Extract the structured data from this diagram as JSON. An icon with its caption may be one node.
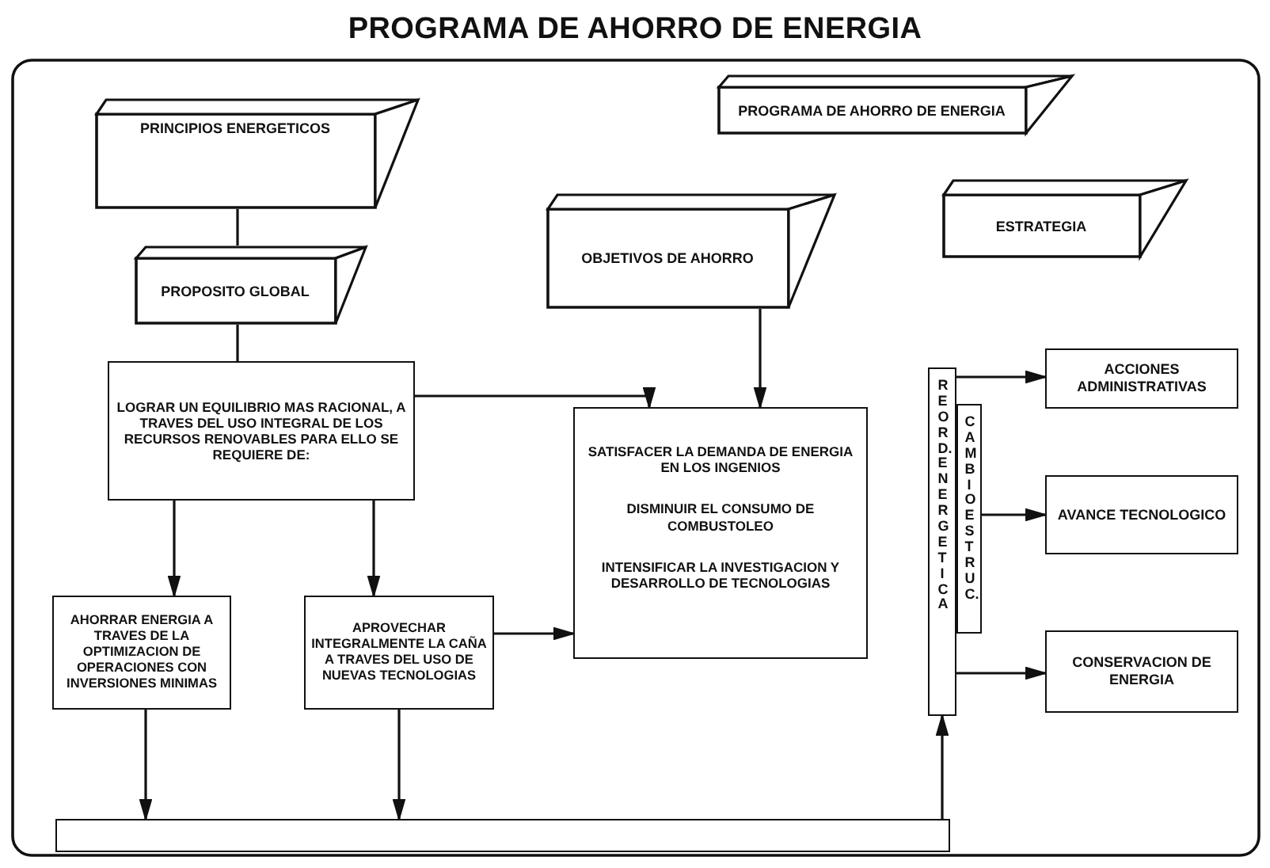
{
  "diagram": {
    "title": "PROGRAMA DE AHORRO DE ENERGIA",
    "nodes": [
      {
        "text": [
          "PRINCIPIOS ENERGETICOS"
        ]
      },
      {
        "text": [
          "PROPOSITO GLOBAL"
        ]
      },
      {
        "text": [
          "PROGRAMA DE AHORRO DE ENERGIA"
        ]
      },
      {
        "text": [
          "OBJETIVOS DE AHORRO"
        ]
      },
      {
        "text": [
          "ESTRATEGIA"
        ]
      },
      {
        "text": [
          "LOGRAR UN EQUILIBRIO MAS RACIONAL, A TRAVES DEL USO INTEGRAL DE LOS RECURSOS RENOVABLES PARA ELLO SE REQUIERE DE:"
        ]
      },
      {
        "text": [
          "SATISFACER LA DEMANDA DE ENERGIA EN LOS INGENIOS",
          "DISMINUIR EL CONSUMO DE COMBUSTOLEO",
          "INTENSIFICAR LA INVESTIGACION Y DESARROLLO DE TECNOLOGIAS"
        ]
      },
      {
        "text": [
          "AHORRAR ENERGIA A TRAVES DE LA OPTIMIZACION DE OPERACIONES CON INVERSIONES MINIMAS"
        ]
      },
      {
        "text": [
          "APROVECHAR INTEGRALMENTE LA CAÑA A TRAVES DEL USO DE NUEVAS TECNOLOGIAS"
        ]
      },
      {
        "text": [
          "REORD.ENERGETICA"
        ]
      },
      {
        "text": [
          "CAMBIO ESTRUC."
        ]
      },
      {
        "text": [
          "ACCIONES ADMINISTRATIVAS"
        ]
      },
      {
        "text": [
          "AVANCE TECNOLOGICO"
        ]
      },
      {
        "text": [
          "CONSERVACION DE ENERGIA"
        ]
      },
      {
        "text": [],
        "shape": "bar"
      }
    ],
    "edges": [
      {
        "from": 0,
        "to": 1,
        "arrow": "none"
      },
      {
        "from": 1,
        "to": 5,
        "arrow": "none"
      },
      {
        "from": 5,
        "to": 6,
        "arrow": "to"
      },
      {
        "from": 3,
        "to": 6,
        "arrow": "to"
      },
      {
        "from": 5,
        "to": 7,
        "arrow": "to"
      },
      {
        "from": 5,
        "to": 8,
        "arrow": "to"
      },
      {
        "from": 8,
        "to": 6,
        "arrow": "to"
      },
      {
        "from": 7,
        "to": 14,
        "arrow": "to"
      },
      {
        "from": 8,
        "to": 14,
        "arrow": "to"
      },
      {
        "from": 14,
        "to": 9,
        "arrow": "to"
      },
      {
        "from": 9,
        "to": 11,
        "arrow": "to"
      },
      {
        "from": 10,
        "to": 12,
        "arrow": "to"
      },
      {
        "from": 9,
        "to": 13,
        "arrow": "to"
      }
    ]
  }
}
